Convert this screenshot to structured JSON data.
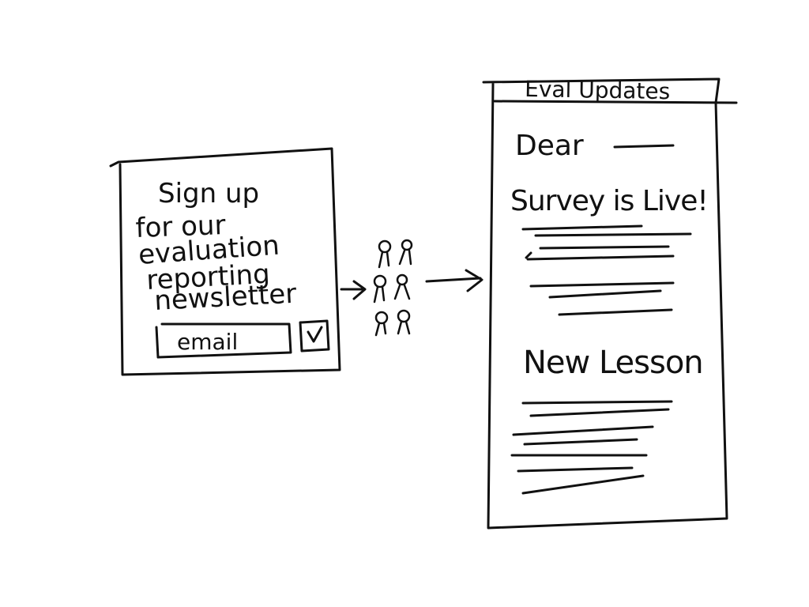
{
  "signup_card": {
    "lines": [
      "Sign up",
      "for our",
      "evaluation",
      "reporting",
      "newsletter"
    ],
    "email_field_label": "email",
    "submit_icon": "checkmark-icon"
  },
  "subscribers_icon": "people-icon",
  "newsletter": {
    "title": "Eval Updates",
    "greeting": "Dear",
    "section_1_heading": "Survey is Live!",
    "section_2_heading": "New Lesson"
  }
}
